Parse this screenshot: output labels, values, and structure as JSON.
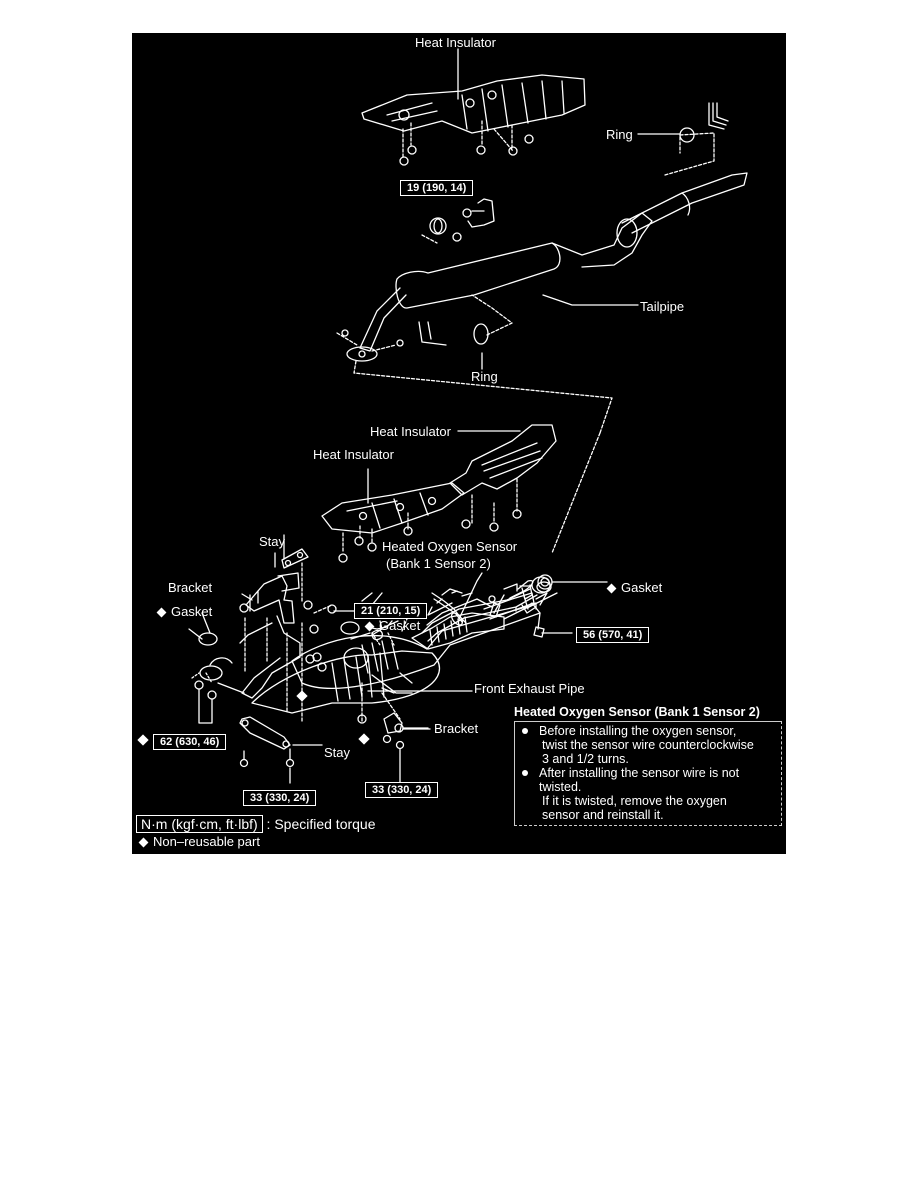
{
  "figure": {
    "description": "Exploded view of exhaust system components",
    "labels": {
      "heat_insulator_top": "Heat Insulator",
      "ring_top": "Ring",
      "tailpipe": "Tailpipe",
      "ring_mid": "Ring",
      "heat_insulator_right": "Heat Insulator",
      "heat_insulator_left": "Heat Insulator",
      "stay_top": "Stay",
      "heated_oxygen_sensor_line1": "Heated Oxygen Sensor",
      "heated_oxygen_sensor_line2": "(Bank 1 Sensor 2)",
      "bracket_left": "Bracket",
      "gasket_left": "Gasket",
      "gasket_mid": "Gasket",
      "gasket_right": "Gasket",
      "front_exhaust_pipe": "Front Exhaust Pipe",
      "bracket_right": "Bracket",
      "stay_bottom": "Stay"
    },
    "torque_specs": {
      "heat_insulator_bolt": "19 (190, 14)",
      "bracket_nut": "21 (210, 15)",
      "front_pipe_flange": "56 (570, 41)",
      "manifold_nut": "62 (630, 46)",
      "stay_bolt": "33 (330, 24)",
      "bracket_bolt": "33 (330, 24)"
    },
    "note": {
      "title": "Heated Oxygen Sensor (Bank 1 Sensor 2)",
      "items": [
        {
          "lines": [
            "Before installing the oxygen sensor,",
            "twist the sensor wire counterclockwise",
            "3 and 1/2 turns."
          ]
        },
        {
          "lines": [
            "After installing the sensor wire is not",
            "twisted.",
            "If it is twisted, remove the oxygen",
            "sensor and reinstall it."
          ]
        }
      ]
    },
    "legend": {
      "torque_unit": "N·m (kgf·cm, ft·lbf)",
      "torque_desc": ": Specified torque",
      "non_reusable": "Non–reusable part"
    }
  }
}
